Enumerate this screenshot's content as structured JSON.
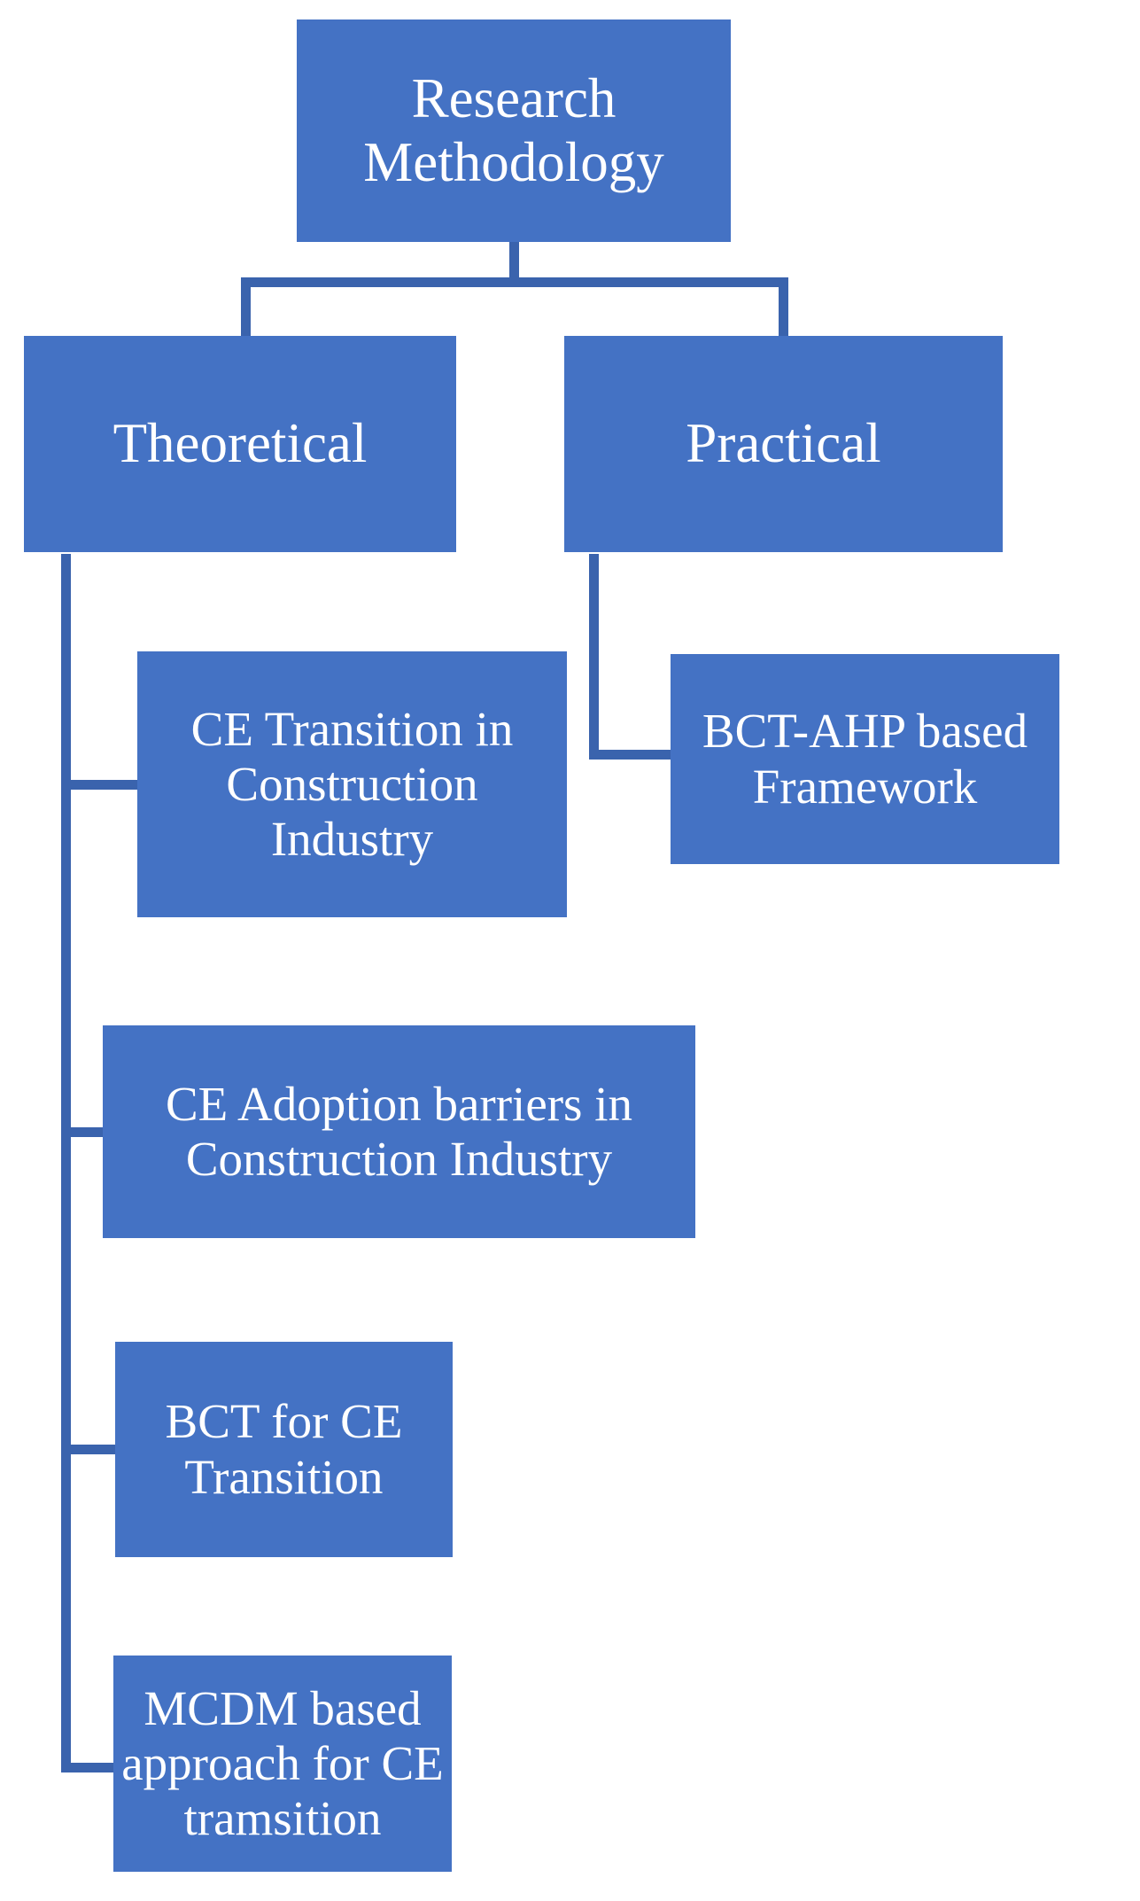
{
  "diagram": {
    "title": "Research Methodology",
    "type": "organizational-tree",
    "colors": {
      "node_fill": "#4472C4",
      "node_text": "#FFFFFF",
      "connector": "#3A63AD",
      "background": "#FFFFFF"
    },
    "nodes": {
      "root": {
        "label": "Research Methodology",
        "level": 0
      },
      "theoretical": {
        "label": "Theoretical",
        "level": 1
      },
      "practical": {
        "label": "Practical",
        "level": 1
      },
      "ce_transition": {
        "label": "CE Transition in Construction Industry",
        "level": 2,
        "parent": "theoretical"
      },
      "ce_barriers": {
        "label": "CE Adoption barriers in Construction Industry",
        "level": 2,
        "parent": "theoretical"
      },
      "bct_ce": {
        "label": "BCT for CE Transition",
        "level": 2,
        "parent": "theoretical"
      },
      "mcdm": {
        "label": "MCDM based approach for CE tramsition",
        "level": 2,
        "parent": "theoretical"
      },
      "bct_ahp": {
        "label": "BCT-AHP based Framework",
        "level": 2,
        "parent": "practical"
      }
    }
  }
}
